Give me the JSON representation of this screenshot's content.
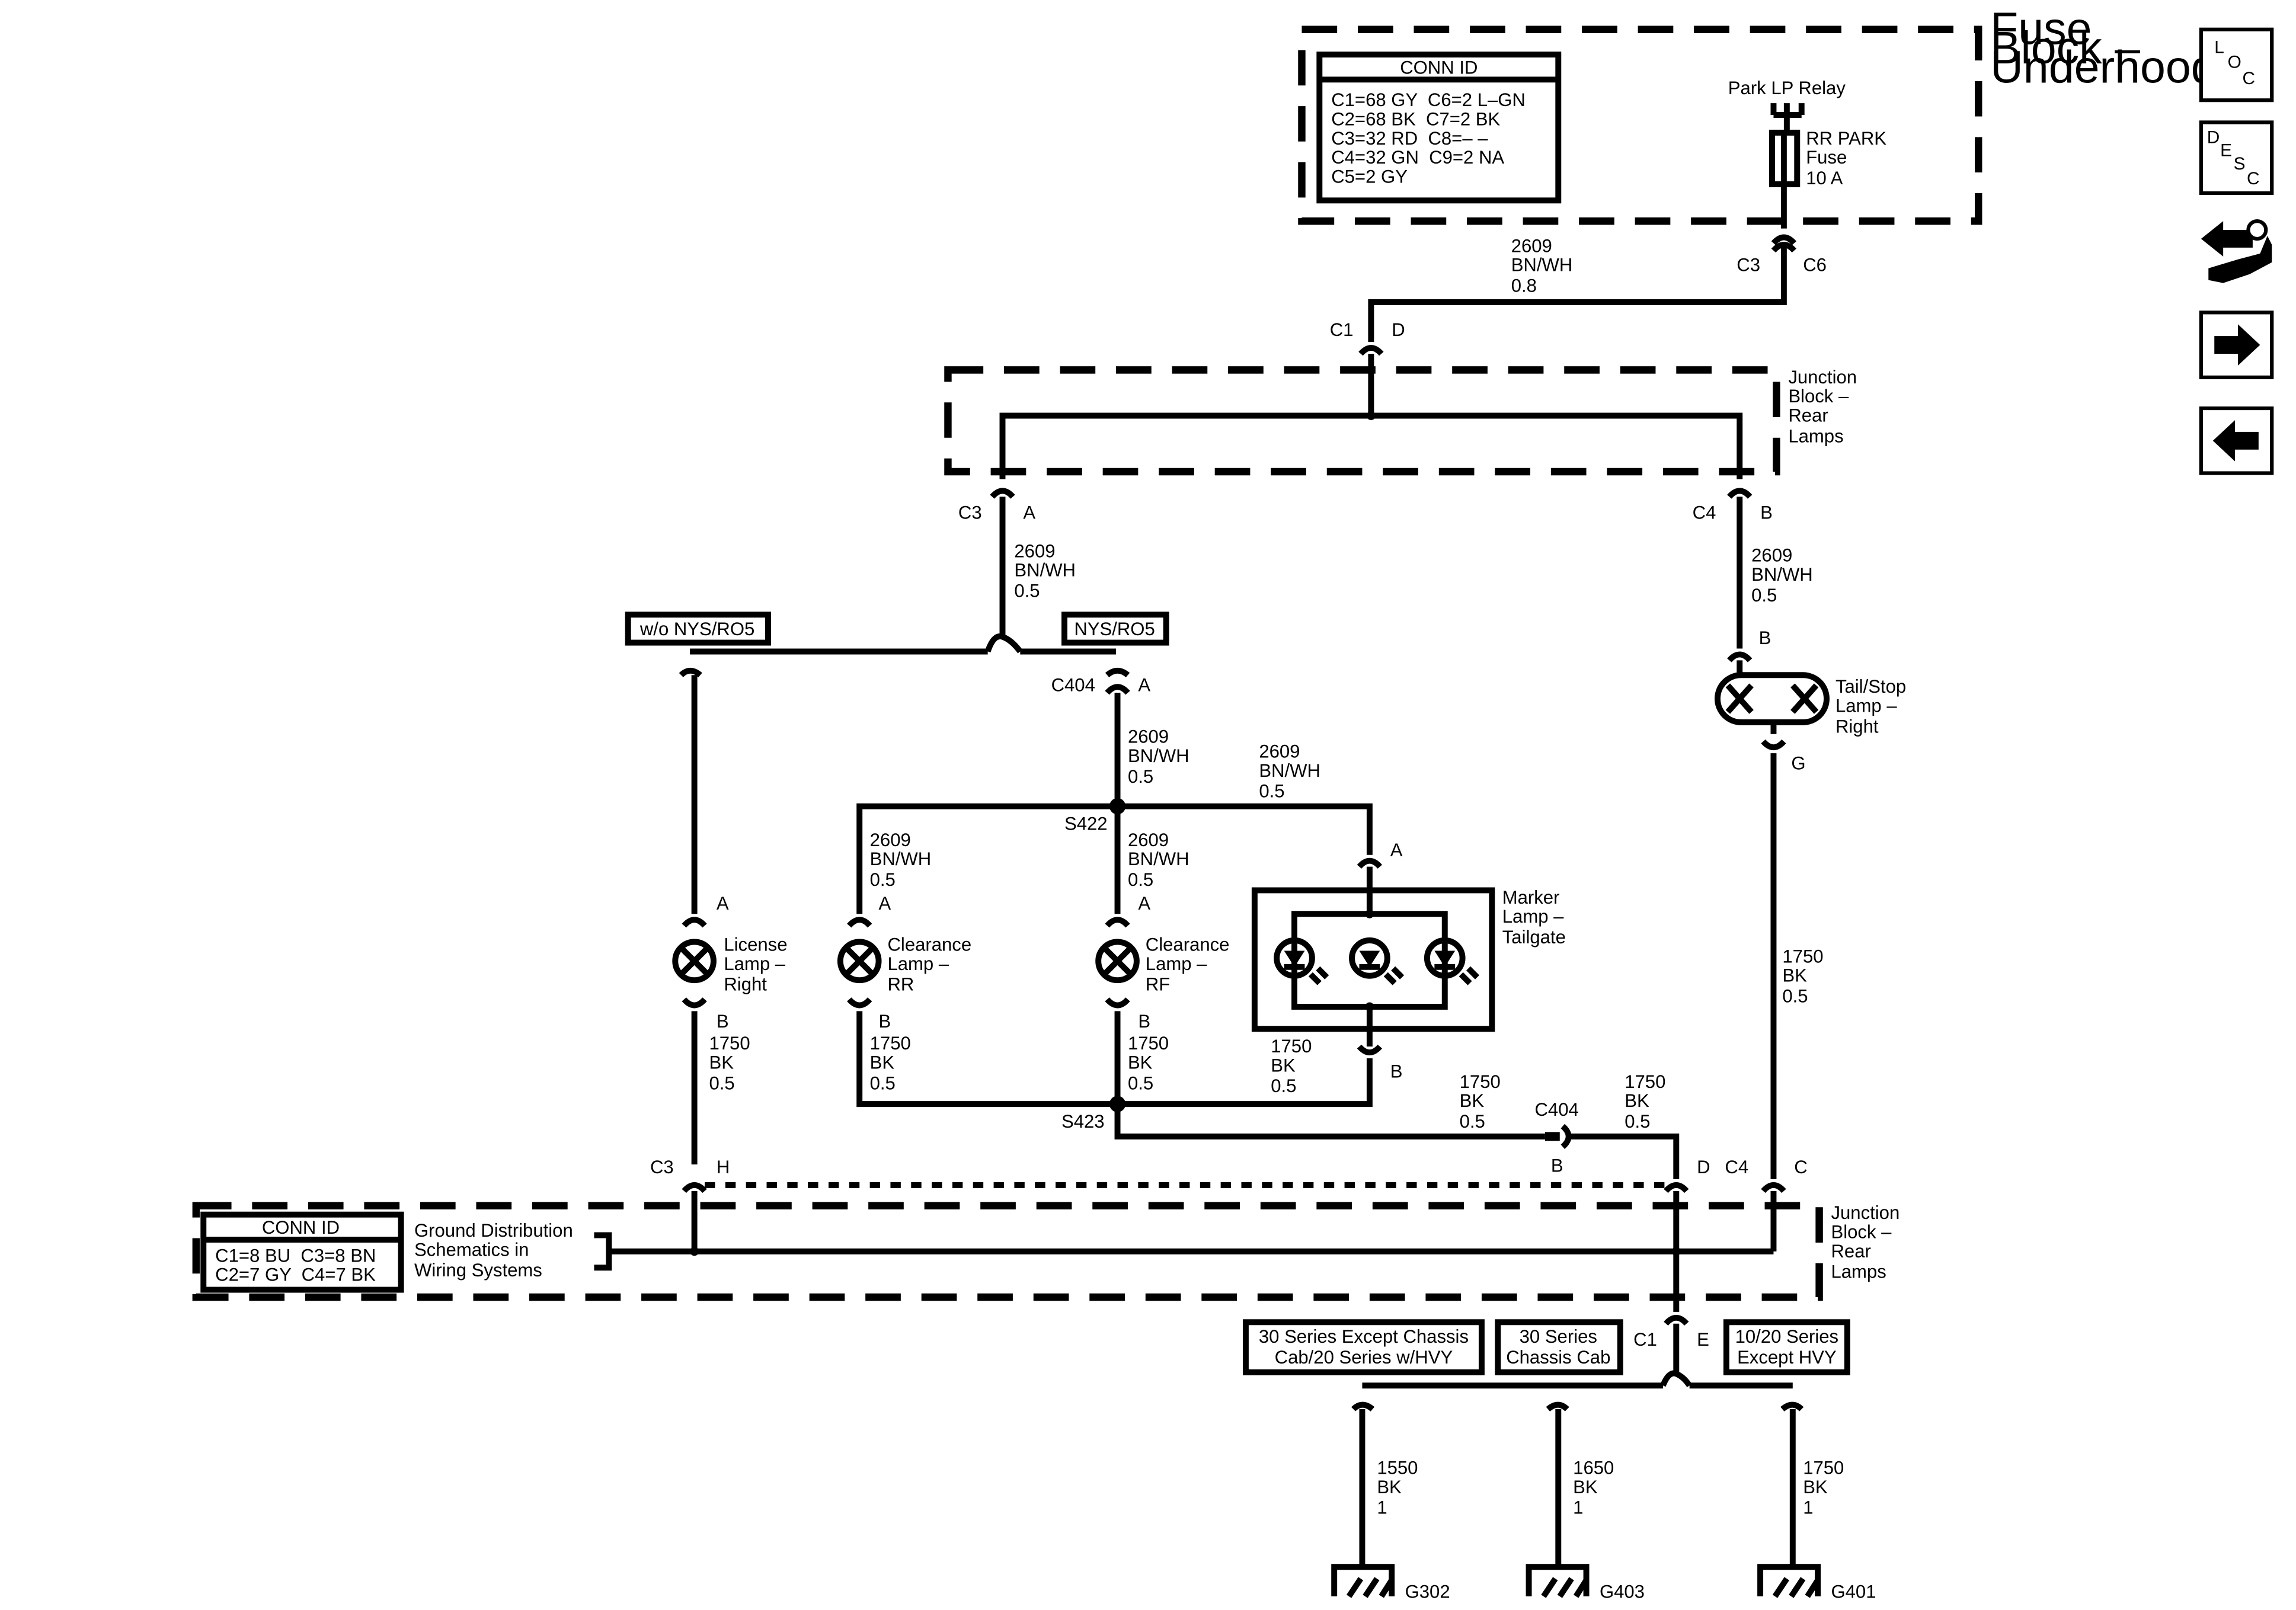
{
  "fuse_block": {
    "title": [
      "Fuse",
      "Block –",
      "Underhood"
    ],
    "conn_id": {
      "header": "CONN ID",
      "rows": [
        "C1=68 GY  C6=2 L–GN",
        "C2=68 BK  C7=2 BK",
        "C3=32 RD  C8=– –",
        "C4=32 GN  C9=2 NA",
        "C5=2 GY"
      ]
    },
    "relay": "Park LP Relay",
    "fuse": [
      "RR PARK",
      "Fuse",
      "10 A"
    ],
    "conn_left": "C3",
    "conn_right": "C6"
  },
  "wire_top": [
    "2609",
    "BN/WH",
    "0.8"
  ],
  "jb_rear_top": {
    "title": [
      "Junction",
      "Block –",
      "Rear",
      "Lamps"
    ],
    "entry": [
      "C1",
      "D"
    ],
    "left_conn": [
      "C3",
      "A"
    ],
    "right_conn": [
      "C4",
      "B"
    ]
  },
  "wire_left_05": [
    "2609",
    "BN/WH",
    "0.5"
  ],
  "wire_right_05": [
    "2609",
    "BN/WH",
    "0.5"
  ],
  "options": {
    "without": "w/o NYS/RO5",
    "with": "NYS/RO5"
  },
  "c404_top": [
    "C404",
    "A"
  ],
  "wire_c404": [
    "2609",
    "BN/WH",
    "0.5"
  ],
  "wire_marker": [
    "2609",
    "BN/WH",
    "0.5"
  ],
  "wire_rr": [
    "2609",
    "BN/WH",
    "0.5"
  ],
  "wire_rf": [
    "2609",
    "BN/WH",
    "0.5"
  ],
  "splices": {
    "top": "S422",
    "bottom": "S423"
  },
  "lamps": {
    "license": {
      "name": [
        "License",
        "Lamp –",
        "Right"
      ],
      "pin_top": "A",
      "pin_bottom": "B"
    },
    "clearance_rr": {
      "name": [
        "Clearance",
        "Lamp –",
        "RR"
      ],
      "pin_top": "A",
      "pin_bottom": "B"
    },
    "clearance_rf": {
      "name": [
        "Clearance",
        "Lamp –",
        "RF"
      ],
      "pin_top": "A",
      "pin_bottom": "B"
    },
    "marker": {
      "name": [
        "Marker",
        "Lamp –",
        "Tailgate"
      ],
      "pin_top": "A",
      "pin_bottom": "B"
    },
    "tail_stop": {
      "name": [
        "Tail/Stop",
        "Lamp –",
        "Right"
      ],
      "pin_top": "B",
      "pin_bottom": "G"
    }
  },
  "ground_wires": {
    "license": [
      "1750",
      "BK",
      "0.5"
    ],
    "rr": [
      "1750",
      "BK",
      "0.5"
    ],
    "rf": [
      "1750",
      "BK",
      "0.5"
    ],
    "marker": [
      "1750",
      "BK",
      "0.5"
    ],
    "s423_out": [
      "1750",
      "BK",
      "0.5"
    ],
    "c404_out": [
      "1750",
      "BK",
      "0.5"
    ],
    "tail": [
      "1750",
      "BK",
      "0.5"
    ]
  },
  "c404_bottom": [
    "C404",
    "B"
  ],
  "jb_rear_bottom": {
    "title": [
      "Junction",
      "Block –",
      "Rear",
      "Lamps"
    ],
    "conn_id": {
      "header": "CONN ID",
      "rows": [
        "C1=8 BU  C3=8 BN",
        "C2=7 GY  C4=7 BK"
      ]
    },
    "note": [
      "Ground Distribution",
      "Schematics in",
      "Wiring Systems"
    ],
    "c3h": [
      "C3",
      "H"
    ],
    "d": "D",
    "c4c": [
      "C4",
      "C"
    ],
    "c1e": [
      "C1",
      "E"
    ]
  },
  "variants": [
    [
      "30 Series Except Chassis",
      "Cab/20 Series w/HVY"
    ],
    [
      "30 Series",
      "Chassis Cab"
    ],
    [
      "10/20 Series",
      "Except HVY"
    ]
  ],
  "grounds": [
    {
      "wire": [
        "1550",
        "BK",
        "1"
      ],
      "id": "G302"
    },
    {
      "wire": [
        "1650",
        "BK",
        "1"
      ],
      "id": "G403"
    },
    {
      "wire": [
        "1750",
        "BK",
        "1"
      ],
      "id": "G401"
    }
  ],
  "nav": {
    "loc": [
      "L",
      "O",
      "C"
    ],
    "desc": [
      "D",
      "E",
      "S",
      "C"
    ]
  }
}
